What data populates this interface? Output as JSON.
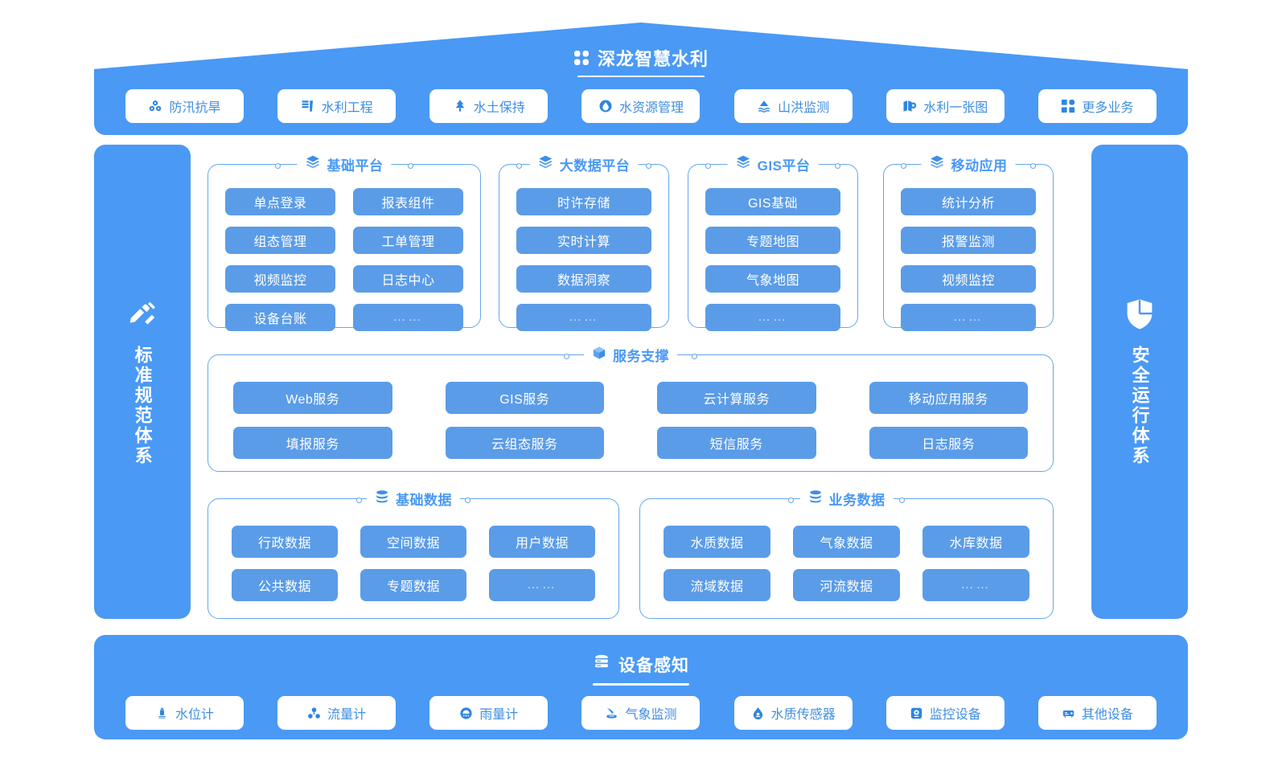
{
  "header": {
    "title": "深龙智慧水利",
    "logo_icon": "four-petal-logo-icon",
    "business_items": [
      {
        "label": "防汛抗旱",
        "icon": "flood-control-icon"
      },
      {
        "label": "水利工程",
        "icon": "dam-engineering-icon"
      },
      {
        "label": "水土保持",
        "icon": "tree-conservation-icon"
      },
      {
        "label": "水资源管理",
        "icon": "water-drop-icon"
      },
      {
        "label": "山洪监测",
        "icon": "mountain-flood-icon"
      },
      {
        "label": "水利一张图",
        "icon": "map-pin-icon"
      },
      {
        "label": "更多业务",
        "icon": "grid-more-icon"
      }
    ]
  },
  "side_left": {
    "title": "标准规范体系",
    "icon": "ruler-pencil-icon"
  },
  "side_right": {
    "title": "安全运行体系",
    "icon": "shield-icon"
  },
  "platforms": [
    {
      "title": "基础平台",
      "icon": "layers-icon",
      "columns": 2,
      "items": [
        "单点登录",
        "报表组件",
        "组态管理",
        "工单管理",
        "视频监控",
        "日志中心",
        "设备台账",
        "……"
      ]
    },
    {
      "title": "大数据平台",
      "icon": "layers-icon",
      "columns": 1,
      "items": [
        "时许存储",
        "实时计算",
        "数据洞察",
        "……"
      ]
    },
    {
      "title": "GIS平台",
      "icon": "layers-icon",
      "columns": 1,
      "items": [
        "GIS基础",
        "专题地图",
        "气象地图",
        "……"
      ]
    },
    {
      "title": "移动应用",
      "icon": "layers-icon",
      "columns": 1,
      "items": [
        "统计分析",
        "报警监测",
        "视频监控",
        "……"
      ]
    }
  ],
  "services": {
    "title": "服务支撑",
    "icon": "cube-icon",
    "columns": 4,
    "items": [
      "Web服务",
      "GIS服务",
      "云计算服务",
      "移动应用服务",
      "填报服务",
      "云组态服务",
      "短信服务",
      "日志服务"
    ]
  },
  "data_sections": [
    {
      "title": "基础数据",
      "icon": "database-icon",
      "columns": 3,
      "items": [
        "行政数据",
        "空间数据",
        "用户数据",
        "公共数据",
        "专题数据",
        "……"
      ]
    },
    {
      "title": "业务数据",
      "icon": "database-icon",
      "columns": 3,
      "items": [
        "水质数据",
        "气象数据",
        "水库数据",
        "流域数据",
        "河流数据",
        "……"
      ]
    }
  ],
  "footer": {
    "title": "设备感知",
    "icon": "server-stack-icon",
    "devices": [
      {
        "label": "水位计",
        "icon": "water-level-gauge-icon"
      },
      {
        "label": "流量计",
        "icon": "flow-meter-icon"
      },
      {
        "label": "雨量计",
        "icon": "rain-gauge-icon"
      },
      {
        "label": "气象监测",
        "icon": "weather-monitor-icon"
      },
      {
        "label": "水质传感器",
        "icon": "water-quality-sensor-icon"
      },
      {
        "label": "监控设备",
        "icon": "camera-icon"
      },
      {
        "label": "其他设备",
        "icon": "other-device-icon"
      }
    ]
  },
  "colors": {
    "brand_blue": "#4A99F5",
    "cell_blue": "#5B9CE8",
    "border_blue": "#64A7F0",
    "pill_text": "#3f8ee0",
    "white": "#FFFFFF"
  }
}
